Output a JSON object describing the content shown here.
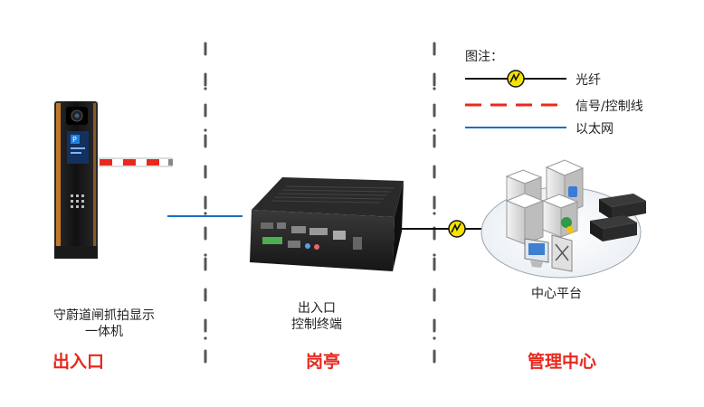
{
  "legend": {
    "title": "图注：",
    "items": [
      {
        "label": "光纤",
        "type": "fiber",
        "color": "#111111"
      },
      {
        "label": "信号/控制线",
        "type": "signal",
        "color": "#e8281e"
      },
      {
        "label": "以太网",
        "type": "ethernet",
        "color": "#1b6fc2"
      }
    ]
  },
  "devices": {
    "barrier": {
      "label_line1": "守蔚道闸抓拍显示",
      "label_line2": "一体机",
      "icon": "barrier-gate-camera"
    },
    "terminal": {
      "label_line1": "出入口",
      "label_line2": "控制终端",
      "icon": "control-terminal"
    },
    "center": {
      "label": "中心平台",
      "icon": "server-cluster"
    }
  },
  "zones": {
    "entrance": "出入口",
    "booth": "岗亭",
    "management": "管理中心"
  },
  "colors": {
    "zone_text": "#e8281e",
    "ethernet": "#1b6fc2",
    "fiber": "#111111",
    "fiber_marker": "#f5e400"
  }
}
